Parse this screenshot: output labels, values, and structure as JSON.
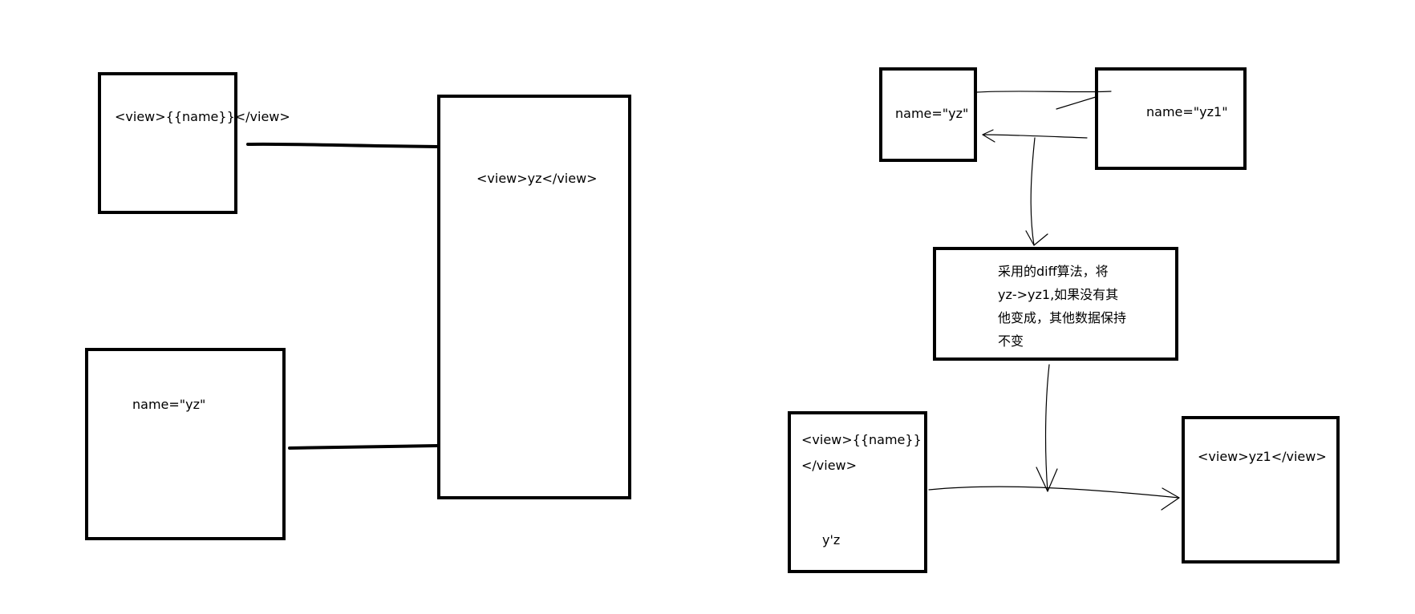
{
  "left_diagram": {
    "template_box": {
      "text": "<view>{{name}}</view>"
    },
    "data_box": {
      "text": "name=\"yz\""
    },
    "render_box": {
      "text": "<view>yz</view>"
    }
  },
  "right_diagram": {
    "old_data_box": {
      "text": "name=\"yz\""
    },
    "new_data_box": {
      "text": "name=\"yz1\""
    },
    "diff_box": {
      "text": "采用的diff算法，将\nyz->yz1,如果没有其\n他变成，其他数据保持\n不变"
    },
    "template_box": {
      "line1": "<view>{{name}}",
      "line2": "</view>",
      "note": "y'z"
    },
    "result_box": {
      "text": "<view>yz1</view>"
    }
  }
}
